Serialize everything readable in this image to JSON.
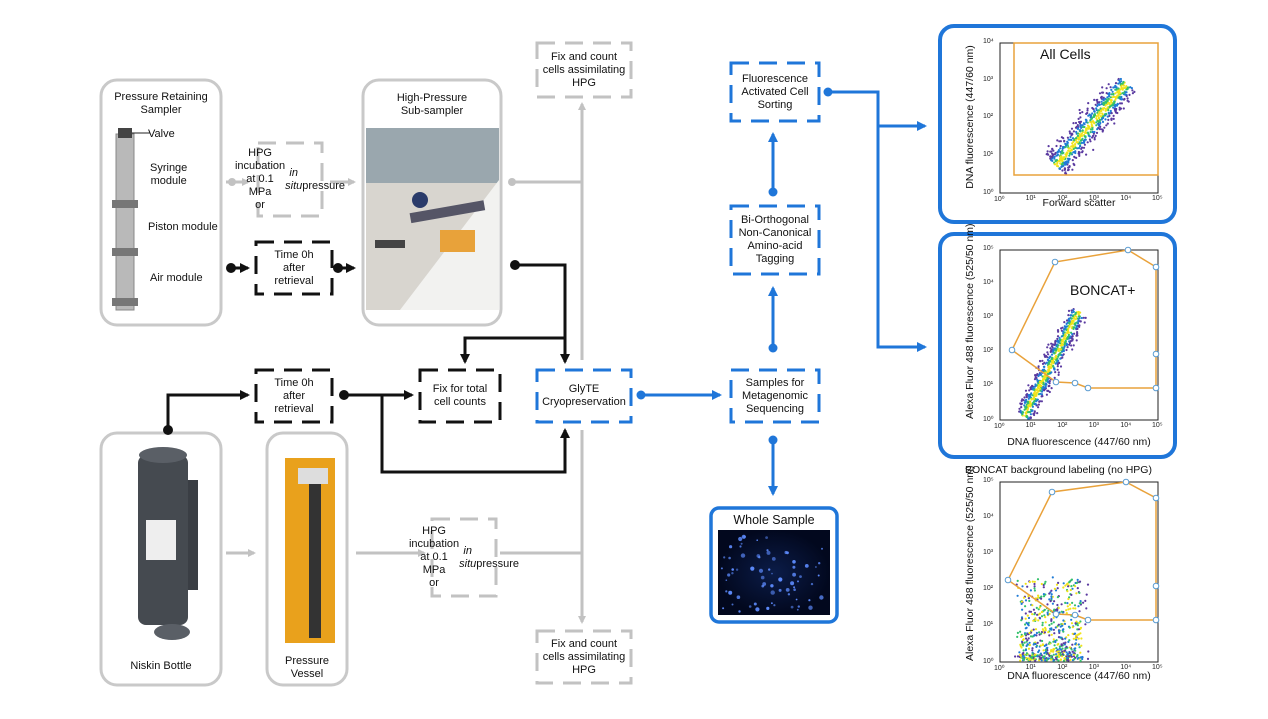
{
  "colors": {
    "gray": "#c2c2c2",
    "black": "#111111",
    "blue": "#1f76d9",
    "orange": "#e9a23b",
    "lightblue": "#8fb9dd"
  },
  "samplers": {
    "pressure_retaining": "Pressure Retaining\nSampler",
    "valve": "Valve",
    "syringe": "Syringe\nmodule",
    "piston": "Piston module",
    "air": "Air module",
    "high_pressure": "High-Pressure\nSub-sampler",
    "niskin": "Niskin Bottle",
    "vessel": "Pressure\nVessel"
  },
  "steps": {
    "hpg_top": "HPG\nincubation\nat 0.1 MPa\nor in situ\npressure",
    "time_top": "Time 0h\nafter\nretrieval",
    "time_bottom": "Time 0h\nafter\nretrieval",
    "fix_total": "Fix for total\ncell counts",
    "glyte": "GlyTE\nCryopreservation",
    "fix_count_top": "Fix and count\ncells assimilating\nHPG",
    "fix_count_bottom": "Fix and count\ncells assimilating\nHPG",
    "hpg_bottom": "HPG\nincubation\nat 0.1 MPa\nor in situ\npressure",
    "facs": "Fluorescence\nActivated Cell\nSorting",
    "boncat": "Bi-Orthogonal\nNon-Canonical\nAmino-acid\nTagging",
    "meta": "Samples for\nMetagenomic\nSequencing",
    "whole": "Whole Sample"
  },
  "chart_data": [
    {
      "type": "scatter",
      "title": "All Cells",
      "xlabel": "Forward scatter",
      "ylabel": "DNA fluorescence (447/60 nm)",
      "x_scale": "log",
      "y_scale": "log",
      "x_ticks": [
        "10⁰",
        "10¹",
        "10²",
        "10³",
        "10⁴",
        "10⁵"
      ],
      "y_ticks": [
        "10⁰",
        "10¹",
        "10²",
        "10³",
        "10⁴"
      ]
    },
    {
      "type": "scatter",
      "title": "BONCAT+",
      "xlabel": "DNA fluorescence (447/60 nm)",
      "ylabel": "Alexa Fluor 488 fluorescence (525/50 nm)",
      "x_scale": "log",
      "y_scale": "log",
      "x_ticks": [
        "10⁰",
        "10¹",
        "10²",
        "10³",
        "10⁴",
        "10⁵"
      ],
      "y_ticks": [
        "10⁰",
        "10¹",
        "10²",
        "10³",
        "10⁴",
        "10⁵"
      ]
    },
    {
      "type": "scatter",
      "title": "BONCAT background labeling (no HPG)",
      "xlabel": "DNA fluorescence (447/60 nm)",
      "ylabel": "Alexa Fluor 488 fluorescence (525/50 nm)",
      "x_scale": "log",
      "y_scale": "log",
      "x_ticks": [
        "10⁰",
        "10¹",
        "10²",
        "10³",
        "10⁴",
        "10⁵"
      ],
      "y_ticks": [
        "10⁰",
        "10¹",
        "10²",
        "10³",
        "10⁴",
        "10⁵"
      ]
    }
  ]
}
